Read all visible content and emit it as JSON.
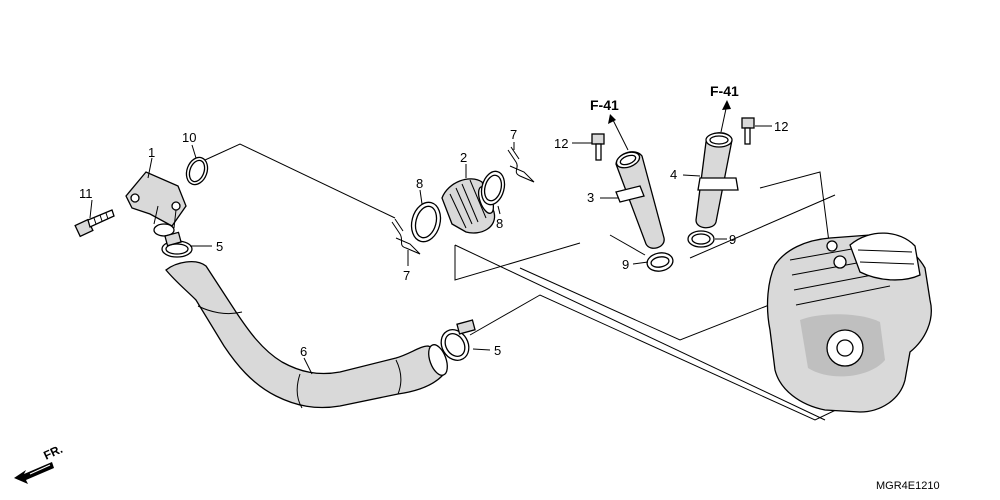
{
  "diagram": {
    "callouts": {
      "c1": "1",
      "c2": "2",
      "c3": "3",
      "c4": "4",
      "c5a": "5",
      "c5b": "5",
      "c6": "6",
      "c7a": "7",
      "c7b": "7",
      "c8a": "8",
      "c8b": "8",
      "c9a": "9",
      "c9b": "9",
      "c10": "10",
      "c11": "11",
      "c12a": "12",
      "c12b": "12"
    },
    "references": {
      "f41_left": "F-41",
      "f41_right": "F-41"
    },
    "direction_label": "FR.",
    "diagram_code": "MGR4E1210"
  }
}
